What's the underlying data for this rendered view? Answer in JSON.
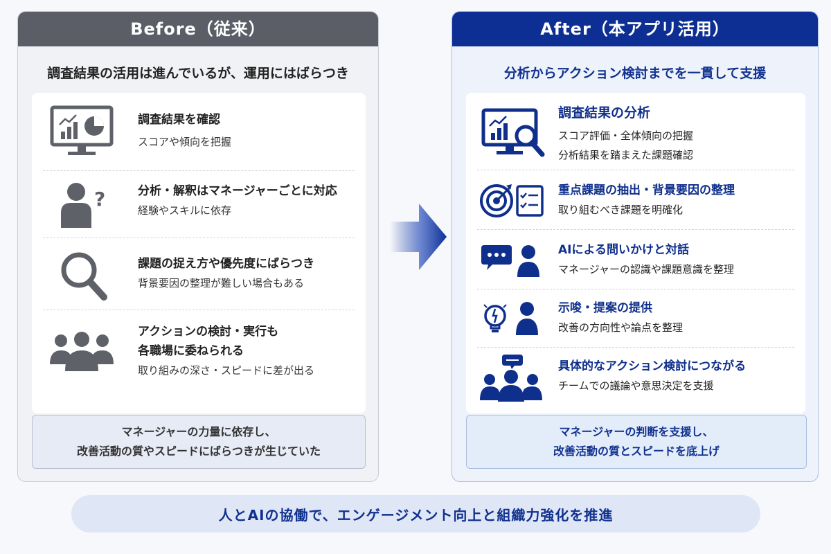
{
  "before": {
    "header": "Before（従来）",
    "subtitle": "調査結果の活用は進んでいるが、運用にはばらつき",
    "items": [
      {
        "title": "調査結果を確認",
        "desc": "スコアや傾向を把握",
        "icon": "monitor-chart-icon"
      },
      {
        "title": "分析・解釈はマネージャーごとに対応",
        "desc": "経験やスキルに依存",
        "icon": "person-question-icon"
      },
      {
        "title": "課題の捉え方や優先度にばらつき",
        "desc": "背景要因の整理が難しい場合もある",
        "icon": "magnifier-icon"
      },
      {
        "title_line1": "アクションの検討・実行も",
        "title_line2": "各職場に委ねられる",
        "desc": "取り組みの深さ・スピードに差が出る",
        "icon": "group-icon"
      }
    ],
    "summary_line1": "マネージャーの力量に依存し、",
    "summary_line2": "改善活動の質やスピードにばらつきが生じていた"
  },
  "after": {
    "header": "After（本アプリ活用）",
    "subtitle": "分析からアクション検討までを一貫して支援",
    "items": [
      {
        "title": "調査結果の分析",
        "desc1": "スコア評価・全体傾向の把握",
        "desc2": "分析結果を踏まえた課題確認",
        "icon": "monitor-magnifier-icon"
      },
      {
        "title": "重点課題の抽出・背景要因の整理",
        "desc": "取り組むべき課題を明確化",
        "icon": "target-checklist-icon"
      },
      {
        "title": "AIによる問いかけと対話",
        "desc": "マネージャーの認識や課題意識を整理",
        "icon": "chat-person-icon"
      },
      {
        "title": "示唆・提案の提供",
        "desc": "改善の方向性や論点を整理",
        "icon": "bulb-person-icon"
      },
      {
        "title": "具体的なアクション検討につながる",
        "desc": "チームでの議論や意思決定を支援",
        "icon": "team-discussion-icon"
      }
    ],
    "summary_line1": "マネージャーの判断を支援し、",
    "summary_line2": "改善活動の質とスピードを底上げ"
  },
  "footer": "人とAIの協働で、エンゲージメント向上と組織力強化を推進",
  "colors": {
    "before_header": "#5b5e66",
    "after_header": "#0d2f93",
    "after_accent": "#10318f",
    "gray_icon": "#5f6168"
  }
}
